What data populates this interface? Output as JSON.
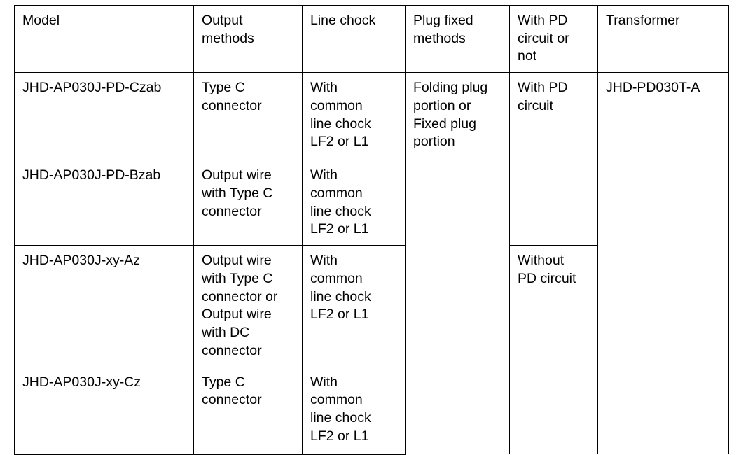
{
  "table": {
    "caption": "",
    "columns": [
      {
        "key": "model",
        "label": "Model"
      },
      {
        "key": "output",
        "label": "Output\nmethods"
      },
      {
        "key": "chock",
        "label": "Line chock"
      },
      {
        "key": "plug",
        "label": "Plug fixed\nmethods"
      },
      {
        "key": "pd",
        "label": "With PD\ncircuit or\nnot"
      },
      {
        "key": "transformer",
        "label": "Transformer"
      }
    ],
    "rows": [
      {
        "model": "JHD-AP030J-PD-Czab",
        "output": "Type C\nconnector",
        "chock": "With\ncommon\nline chock\nLF2 or L1"
      },
      {
        "model": "JHD-AP030J-PD-Bzab",
        "output": "Output wire\nwith Type C\nconnector",
        "chock": "With\ncommon\nline chock\nLF2 or L1"
      },
      {
        "model": "JHD-AP030J-xy-Az",
        "output": "Output wire\nwith Type C\nconnector or\nOutput wire\nwith DC\nconnector",
        "chock": "With\ncommon\nline chock\nLF2 or L1"
      },
      {
        "model": "JHD-AP030J-xy-Cz",
        "output": "Type C\nconnector",
        "chock": "With\ncommon\nline chock\nLF2 or L1"
      }
    ],
    "merged": {
      "plug_all_rows": "Folding plug\nportion or\nFixed plug\nportion",
      "pd_rows_1_2": "With PD\ncircuit",
      "pd_rows_3_4": "Without\nPD circuit",
      "transformer_all_rows": "JHD-PD030T-A"
    }
  },
  "colors": {
    "border": "#000000",
    "text": "#000000",
    "background": "#ffffff"
  }
}
